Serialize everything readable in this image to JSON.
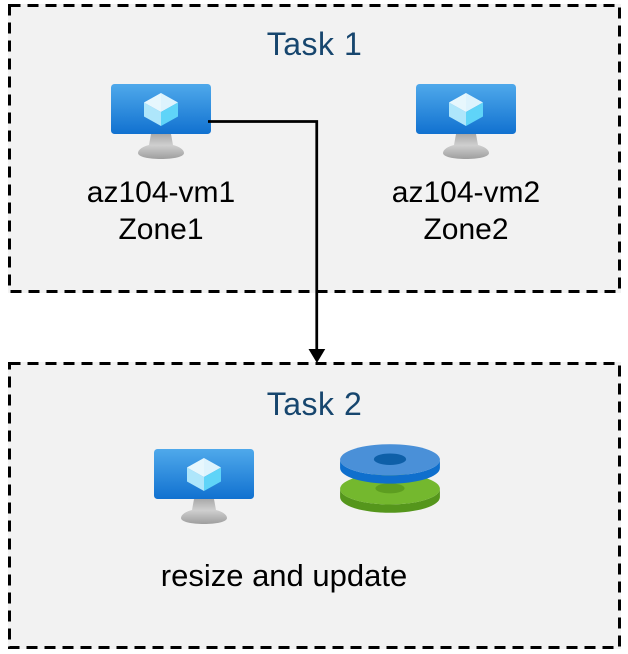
{
  "diagram": {
    "task1": {
      "title": "Task 1",
      "vms": [
        {
          "name": "az104-vm1",
          "zone": "Zone1"
        },
        {
          "name": "az104-vm2",
          "zone": "Zone2"
        }
      ]
    },
    "task2": {
      "title": "Task 2",
      "caption": "resize and update"
    },
    "icons": {
      "vm": "azure-virtual-machine-icon",
      "disks": "azure-disk-stack-icon",
      "arrow": "down-arrow-icon"
    },
    "colors": {
      "title_text": "#17466e",
      "label_text": "#000000",
      "box_background": "#f2f2f2",
      "box_border": "#000000",
      "arrow": "#000000",
      "monitor_blue_top": "#4fa9eb",
      "monitor_blue_bottom": "#1171d0",
      "cube_top": "#ddf3fd",
      "cube_left": "#aee6fb",
      "cube_right": "#5fd4f8",
      "disk_blue_top": "#4a90d8",
      "disk_blue_rim": "#0f6fcd",
      "disk_blue_hole": "#0e5fa8",
      "disk_green_top": "#74b82e",
      "disk_green_rim": "#55961c",
      "disk_green_hole": "#5d9e20"
    }
  }
}
